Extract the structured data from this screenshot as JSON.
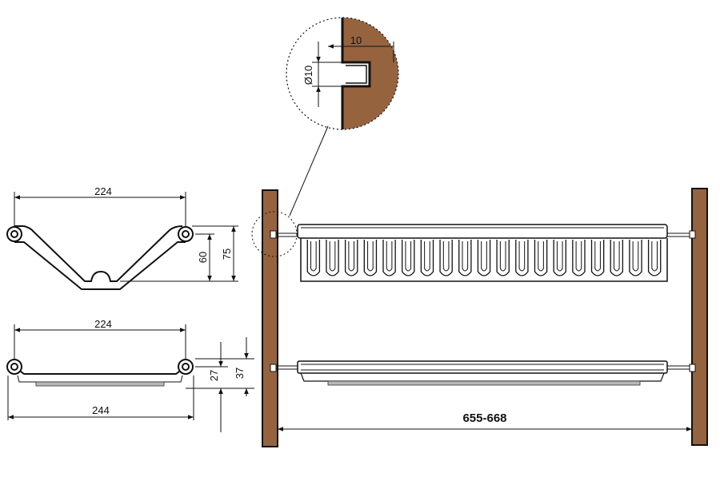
{
  "colors": {
    "wood": "#96633f",
    "line": "#111111",
    "background": "#ffffff"
  },
  "dimensions": {
    "side_bracket_width": "224",
    "side_bracket_height_inner": "60",
    "side_bracket_height_outer": "75",
    "tray_bracket_width": "224",
    "tray_overall_width": "244",
    "tray_height_inner": "27",
    "tray_height_outer": "37",
    "detail_hole_depth": "10",
    "detail_hole_diameter": "Ø10",
    "span_between_supports": "655-668"
  },
  "rack": {
    "slot_count": 19
  }
}
